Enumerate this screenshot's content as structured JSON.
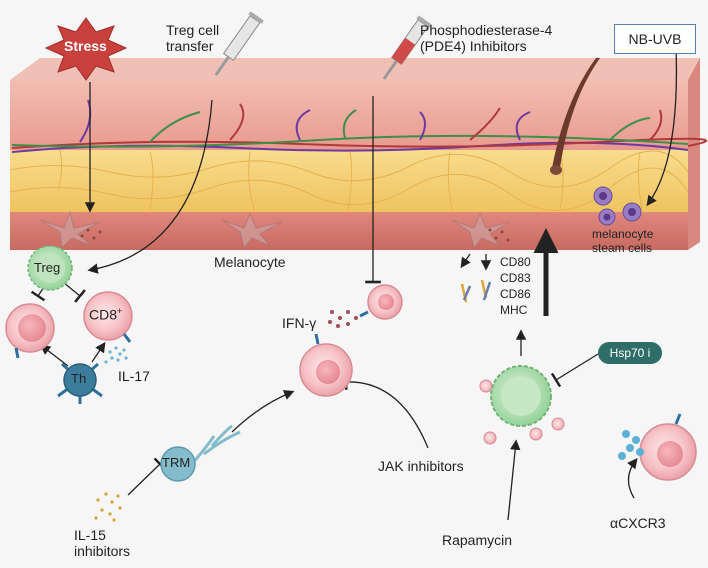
{
  "labels": {
    "stress": "Stress",
    "treg_transfer": "Treg cell\ntransfer",
    "pde4": "Phosphodiesterase-4\n(PDE4) Inhibitors",
    "nbuvb": "NB-UVB",
    "melanocyte": "Melanocyte",
    "melanocyte_stem": "melanocyte\nsteam cells",
    "treg": "Treg",
    "cd8": "CD8",
    "cd8_sup": "+",
    "th": "Th",
    "il17": "IL-17",
    "ifng": "IFN-γ",
    "jak": "JAK inhibitors",
    "trm": "TRM",
    "il15": "IL-15\ninhibitors",
    "cd80": "CD80",
    "cd83": "CD83",
    "cd86": "CD86",
    "mhc": "MHC",
    "hsp70": "Hsp70 i",
    "rapamycin": "Rapamycin",
    "cxcr3": "αCXCR3"
  },
  "colors": {
    "stress_star": "#c9403c",
    "dermis": "#eba69c",
    "fat": "#f4d27a",
    "treg_cell": "#a6d8a6",
    "effector_cell": "#f5c3c7",
    "th_cell": "#3c7d9e",
    "trm_cell": "#84bccc",
    "dendritic_cell": "#9fd3a3",
    "hsp70_pill": "#2f6e68",
    "nbuvb_border": "#5a7fb0"
  }
}
